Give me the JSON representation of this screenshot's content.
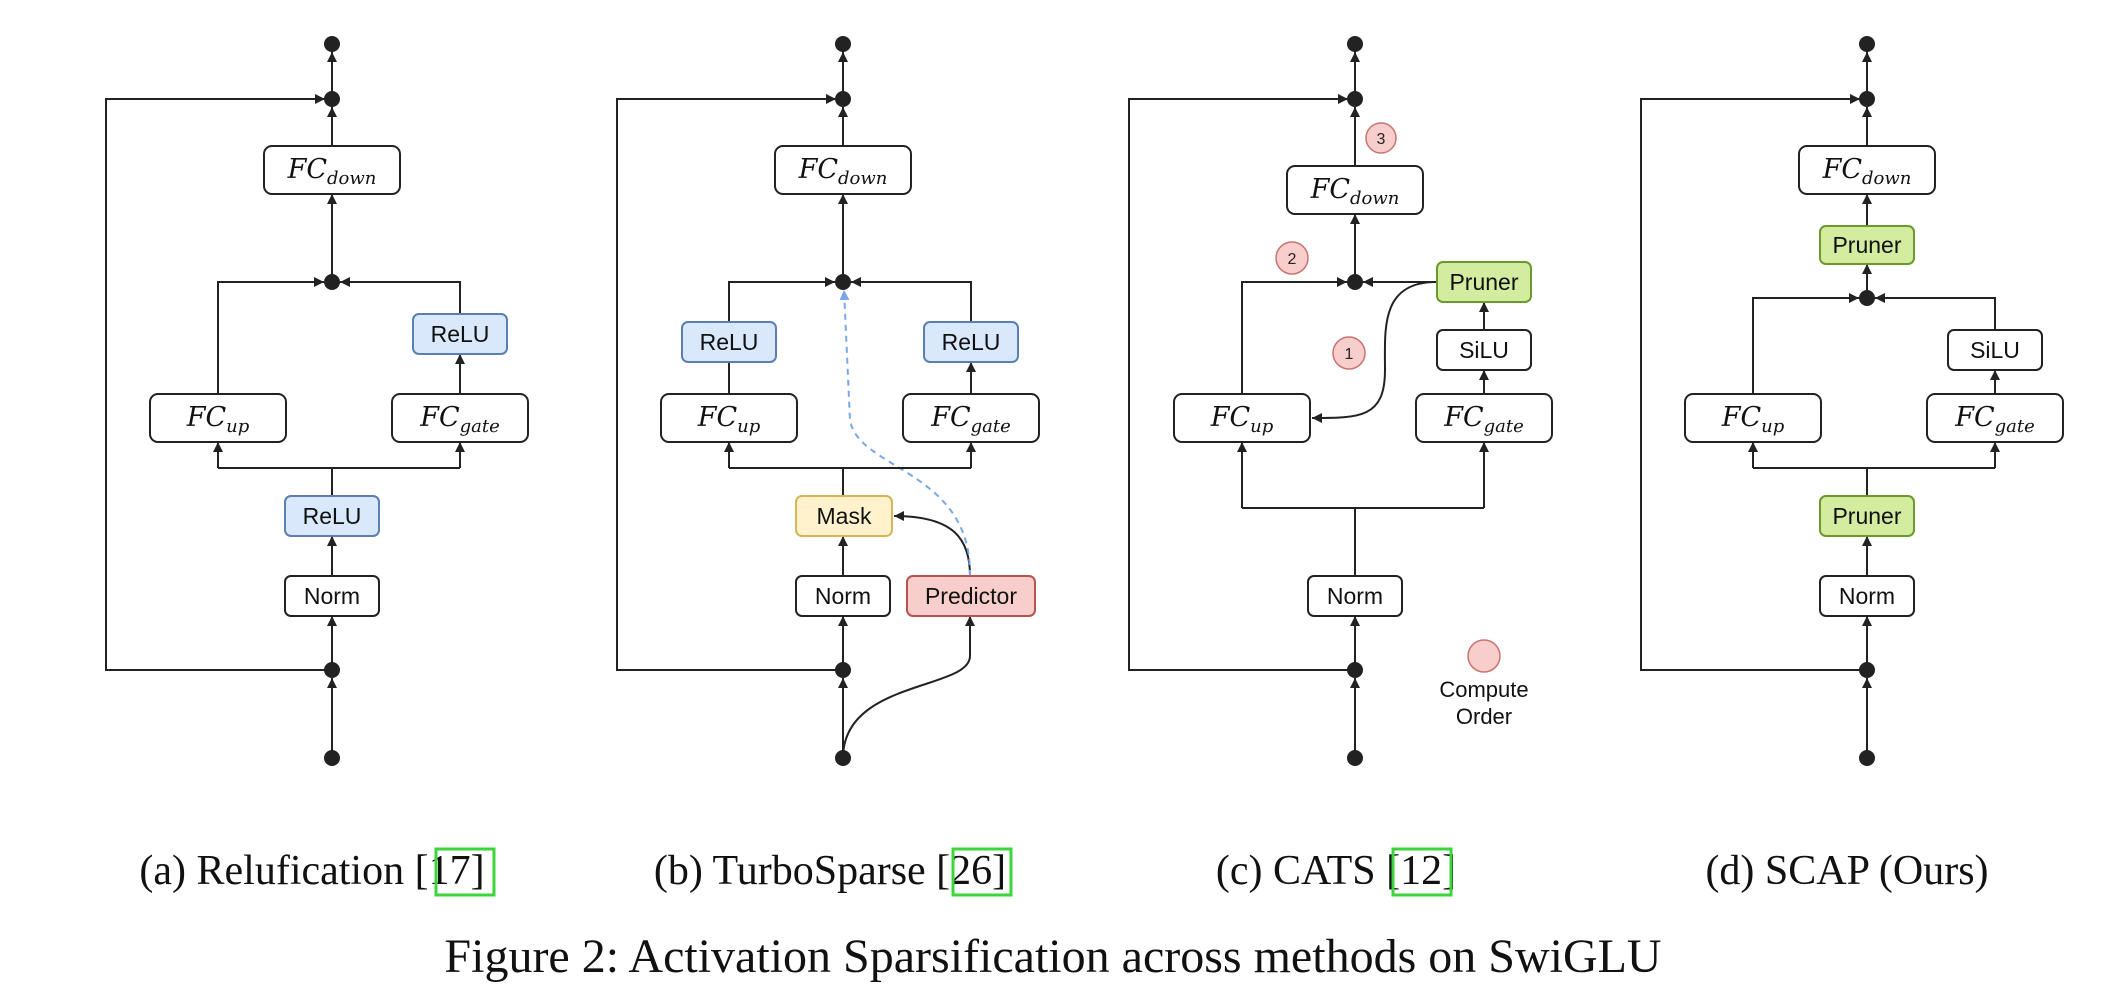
{
  "colors": {
    "relu_fill": "#dae8fc",
    "relu_stroke": "#5b7fb5",
    "pruner_fill": "#d3ec9f",
    "pruner_stroke": "#6a9a2e",
    "mask_fill": "#fff2cc",
    "mask_stroke": "#d6b656",
    "predictor_fill": "#f8cecc",
    "predictor_stroke": "#b85450",
    "order_fill": "#f8cecc",
    "order_stroke": "#c9736f",
    "ref_box": "#3cd63c",
    "dashed_arrow": "#7aa7e8"
  },
  "labels": {
    "fc": "FC",
    "down": "down",
    "up": "up",
    "gate": "gate",
    "relu": "ReLU",
    "silu": "SiLU",
    "norm": "Norm",
    "mask": "Mask",
    "predictor": "Predictor",
    "pruner": "Pruner",
    "order_1": "1",
    "order_2": "2",
    "order_3": "3",
    "legend_line1": "Compute",
    "legend_line2": "Order"
  },
  "captions": {
    "a_text": "(a) Relufication [",
    "a_ref": "17",
    "a_close": "]",
    "b_text": "(b) TurboSparse [",
    "b_ref": "26",
    "b_close": "]",
    "c_text": "(c) CATS [",
    "c_ref": "12",
    "c_close": "]",
    "d_text": "(d) SCAP (Ours)",
    "figure": "Figure 2: Activation Sparsification across methods on SwiGLU"
  }
}
